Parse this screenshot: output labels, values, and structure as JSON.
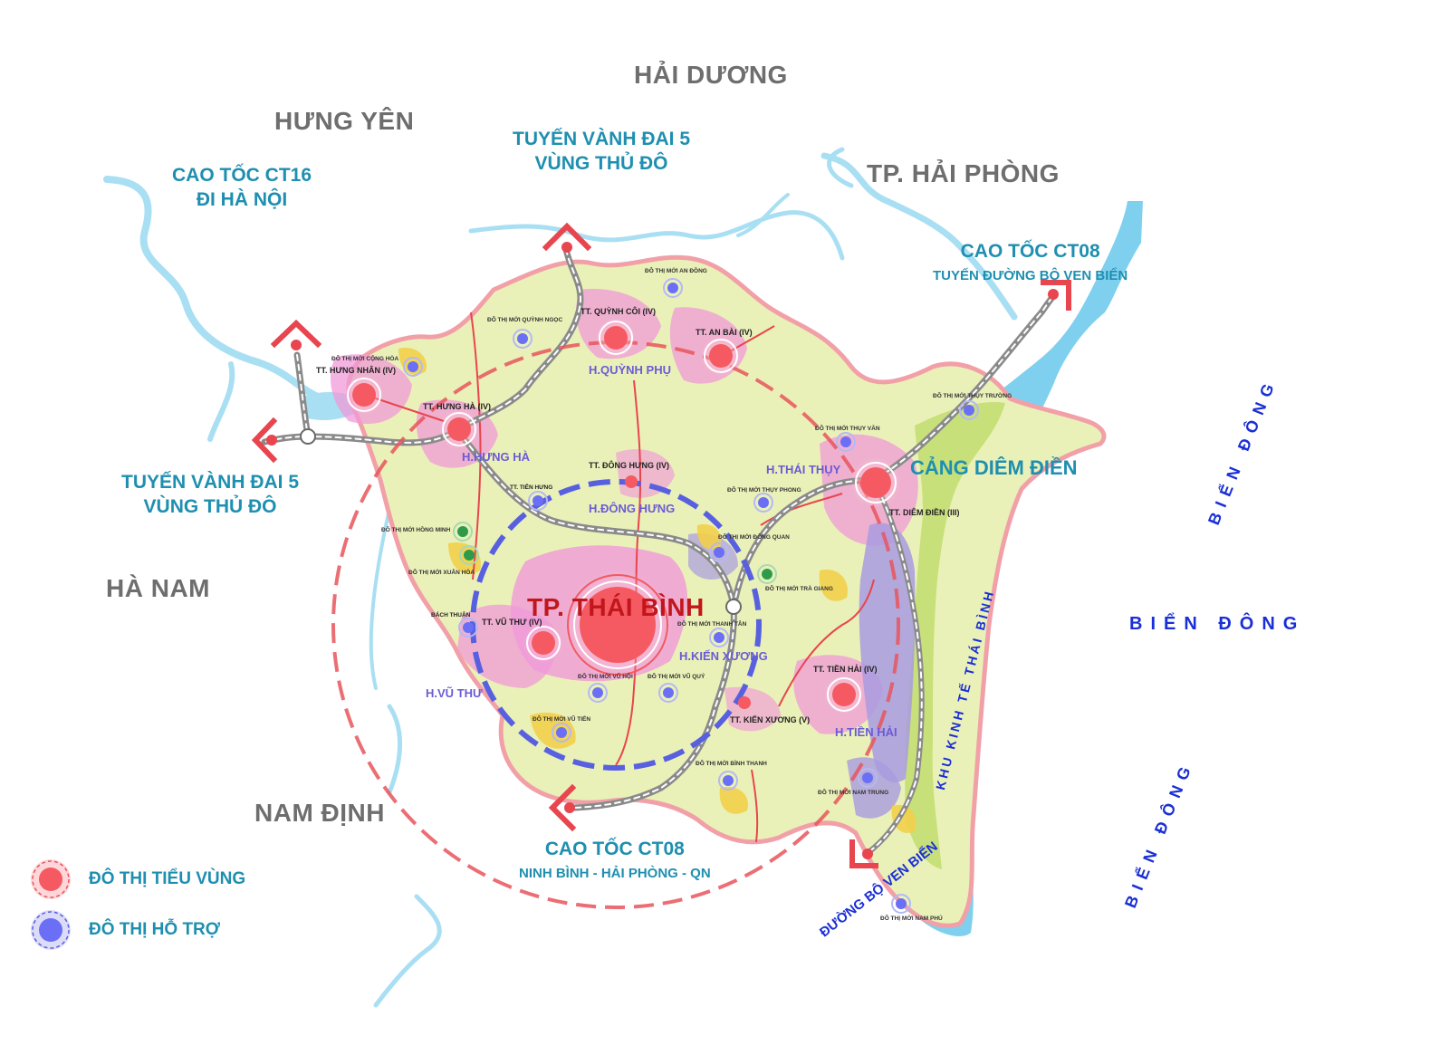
{
  "neighbors": {
    "hai_duong": "HẢI DƯƠNG",
    "hung_yen": "HƯNG YÊN",
    "hai_phong": "TP. HẢI PHÒNG",
    "ha_nam": "HÀ NAM",
    "nam_dinh": "NAM ĐỊNH"
  },
  "routes": {
    "ct16_line1": "CAO TỐC CT16",
    "ct16_line2": "ĐI HÀ NỘI",
    "ring5_top_line1": "TUYẾN VÀNH ĐAI 5",
    "ring5_top_line2": "VÙNG THỦ ĐÔ",
    "ring5_left_line1": "TUYẾN VÀNH ĐAI 5",
    "ring5_left_line2": "VÙNG THỦ ĐÔ",
    "ct08_ne_line1": "CAO TỐC CT08",
    "ct08_ne_line2": "TUYẾN ĐƯỜNG BỘ VEN BIỂN",
    "ct08_s_line1": "CAO TỐC CT08",
    "ct08_s_line2": "NINH BÌNH - HẢI PHÒNG - QN",
    "coastal_road": "ĐƯỜNG BỘ VEN BIỂN"
  },
  "sea": {
    "east": "BIỂN ĐÔNG",
    "ne": "BIỂN ĐÔNG",
    "se": "BIỂN ĐÔNG"
  },
  "city": {
    "main": "TP. THÁI BÌNH",
    "port": "CẢNG DIÊM ĐIỀN",
    "economic_zone": "KHU KINH TẾ THÁI BÌNH"
  },
  "districts": {
    "quynh_phu": "H.QUỲNH PHỤ",
    "hung_ha": "H.HƯNG HÀ",
    "dong_hung": "H.ĐÔNG HƯNG",
    "thai_thuy": "H.THÁI THỤY",
    "kien_xuong": "H.KIẾN XƯƠNG",
    "vu_thu": "H.VŨ THƯ",
    "tien_hai": "H.TIỀN HẢI"
  },
  "towns": {
    "quynh_coi": "TT. QUỲNH CÔI (IV)",
    "an_bai": "TT. AN BÀI (IV)",
    "hung_nhan": "TT. HƯNG NHÂN (IV)",
    "hung_ha": "TT. HƯNG HÀ (IV)",
    "dong_hung": "TT. ĐÔNG HƯNG (IV)",
    "tien_hung": "TT. TIÊN HƯNG",
    "diem_dien": "TT. DIÊM ĐIỀN (III)",
    "vu_thu": "TT. VŨ THƯ (IV)",
    "bach_thuan": "BÁCH THUẬN",
    "tien_hai": "TT. TIỀN HẢI (IV)",
    "kien_xuong": "TT. KIẾN XƯƠNG (V)"
  },
  "new_urban": {
    "an_dong": "ĐÔ THỊ MỚI AN ĐỒNG",
    "quynh_ngoc": "ĐÔ THỊ MỚI QUỲNH NGỌC",
    "cong_hoa": "ĐÔ THỊ MỚI CỘNG HÒA",
    "thuy_truong": "ĐÔ THỊ MỚI THỤY TRƯỜNG",
    "thuy_van": "ĐÔ THỊ MỚI THỤY VĂN",
    "thuy_phong": "ĐÔ THỊ MỚI THỤY PHONG",
    "dong_quan": "ĐÔ THỊ MỚI ĐÔNG QUAN",
    "hong_minh": "ĐÔ THỊ MỚI HỒNG MINH",
    "xuan_hoa": "ĐÔ THỊ MỚI XUÂN HÒA",
    "tra_giang": "ĐÔ THỊ MỚI TRÀ GIANG",
    "thanh_tan": "ĐÔ THỊ MỚI THANH TÂN",
    "vu_hoi": "ĐÔ THỊ MỚI VŨ HỘI",
    "vu_quy": "ĐÔ THỊ MỚI VŨ QUÝ",
    "vu_tien": "ĐÔ THỊ MỚI VŨ TIẾN",
    "binh_thanh": "ĐÔ THỊ MỚI BÌNH THANH",
    "nam_trung": "ĐÔ THỊ MỚI NAM TRUNG",
    "nam_phu": "ĐÔ THỊ MỚI NAM PHÚ"
  },
  "legend": {
    "sub_region": "ĐÔ THỊ TIỂU VÙNG",
    "support": "ĐÔ THỊ HỖ TRỢ"
  },
  "colors": {
    "land": "#eaf1b8",
    "water": "#7fd0ee",
    "river": "#a9dff3",
    "urban_pink": "#f09ad8",
    "urban_yellow": "#f2cf4a",
    "urban_purple": "#a99be0",
    "coastal_green": "#c8e07a",
    "boundary": "#f2a0a8",
    "ring_red": "#e8555c",
    "ring_blue": "#5860e0",
    "node_red": "#f55a62",
    "node_blue": "#6a6ff5",
    "node_green": "#2e9b4a",
    "label_teal": "#1e8fb0",
    "label_blue": "#1a2fd6",
    "label_gray": "#6e6e6e",
    "label_city": "#c0161c"
  }
}
